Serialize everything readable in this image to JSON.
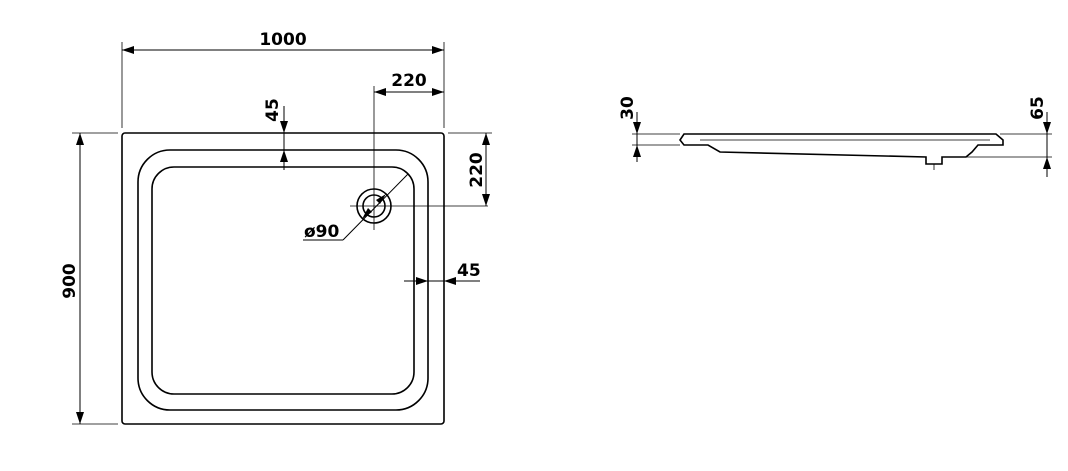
{
  "plan_view": {
    "width": "1000",
    "depth": "900",
    "outlet_offset_x": "220",
    "outlet_offset_y": "220",
    "rim_top": "45",
    "rim_side": "45",
    "outlet_diameter": "ø90"
  },
  "side_view": {
    "rim_height": "30",
    "total_height": "65"
  },
  "colors": {
    "lines": "#000000",
    "background": "#ffffff"
  }
}
